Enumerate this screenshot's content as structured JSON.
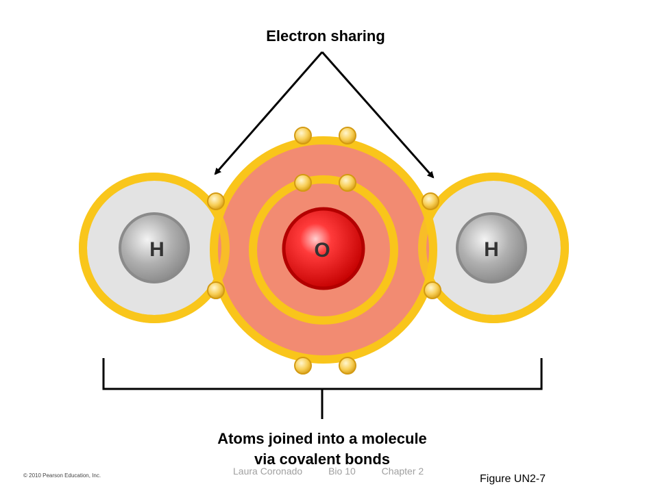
{
  "title": "Electron sharing",
  "caption_line1": "Atoms joined into a molecule",
  "caption_line2": "via covalent bonds",
  "atoms": [
    {
      "symbol": "H"
    },
    {
      "symbol": "O"
    },
    {
      "symbol": "H"
    }
  ],
  "footer": {
    "author": "Laura Coronado",
    "course": "Bio 10",
    "chapter": "Chapter 2"
  },
  "figure_label": "Figure UN2-7",
  "copyright": "© 2010 Pearson Education, Inc.",
  "colors": {
    "shell": "#f9c51b",
    "oxygen_cloud": "#f28b72",
    "hydrogen_cloud": "#e3e3e3",
    "electron": "#f6c94a"
  }
}
